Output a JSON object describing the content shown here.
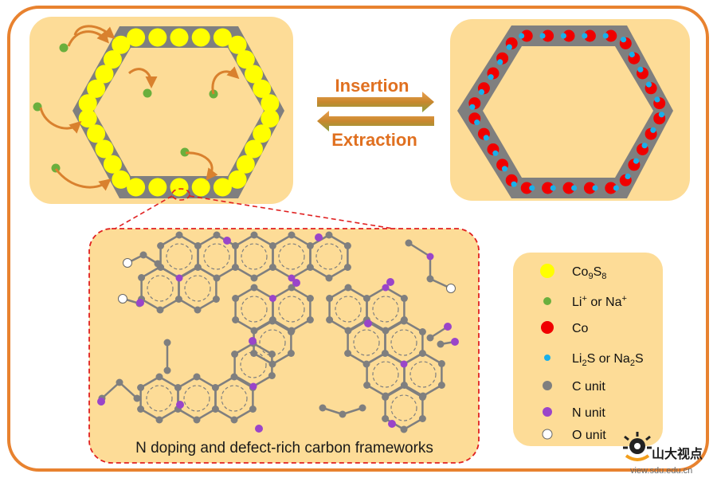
{
  "colors": {
    "outer_border": "#E8822F",
    "panel_bg": "#FDDC97",
    "frame_gray": "#7F7F7F",
    "co9s8": "#FFFF00",
    "li_na": "#6AAF3D",
    "co": "#F00000",
    "li2s_na2s": "#19B0EA",
    "c_unit": "#7F7F7F",
    "n_unit": "#9A45C9",
    "o_unit": "#FFFFFF",
    "arrow_orange": "#D9812E",
    "arrow_green": "#8BA03E",
    "dashed_red": "#E02020",
    "label_orange": "#E07020"
  },
  "process": {
    "insertion_label": "Insertion",
    "extraction_label": "Extraction"
  },
  "zoom_caption": "N doping and defect-rich carbon frameworks",
  "legend": {
    "items": [
      {
        "key": "co9s8",
        "parts": [
          [
            "Co",
            ""
          ],
          [
            "9",
            "sub"
          ],
          [
            "S",
            ""
          ],
          [
            "8",
            "sub"
          ]
        ],
        "icon": "yellow-circle-icon"
      },
      {
        "key": "li_na",
        "parts": [
          [
            "Li",
            ""
          ],
          [
            "+",
            "sup"
          ],
          [
            " or Na",
            ""
          ],
          [
            "+",
            "sup"
          ]
        ],
        "icon": "green-dot-icon"
      },
      {
        "key": "co",
        "parts": [
          [
            "Co",
            ""
          ]
        ],
        "icon": "red-dot-icon"
      },
      {
        "key": "li2s_na2s",
        "parts": [
          [
            "Li",
            ""
          ],
          [
            "2",
            "sub"
          ],
          [
            "S or Na",
            ""
          ],
          [
            "2",
            "sub"
          ],
          [
            "S",
            ""
          ]
        ],
        "icon": "blue-dot-icon"
      },
      {
        "key": "c_unit",
        "parts": [
          [
            "C unit",
            ""
          ]
        ],
        "icon": "gray-dot-icon"
      },
      {
        "key": "n_unit",
        "parts": [
          [
            "N unit",
            ""
          ]
        ],
        "icon": "purple-dot-icon"
      },
      {
        "key": "o_unit",
        "parts": [
          [
            "O unit",
            ""
          ]
        ],
        "icon": "white-dot-icon"
      }
    ]
  },
  "watermark": {
    "brand": "山大视点",
    "url": "view.sdu.edu.cn"
  }
}
